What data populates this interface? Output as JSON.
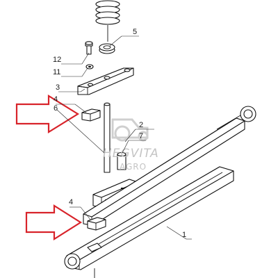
{
  "diagram": {
    "callouts": {
      "c1": "1",
      "c2": "2",
      "c3": "3",
      "c4_top": "4",
      "c4_bottom": "4",
      "c5": "5",
      "c6": "6",
      "c7": "7",
      "c11": "11",
      "c12": "12"
    },
    "watermark": {
      "brand": "HEGVITA",
      "sub": "AGRO"
    },
    "colors": {
      "arrow": "#d8232a",
      "ink": "#111111",
      "watermark": "#c4c4c4"
    }
  }
}
